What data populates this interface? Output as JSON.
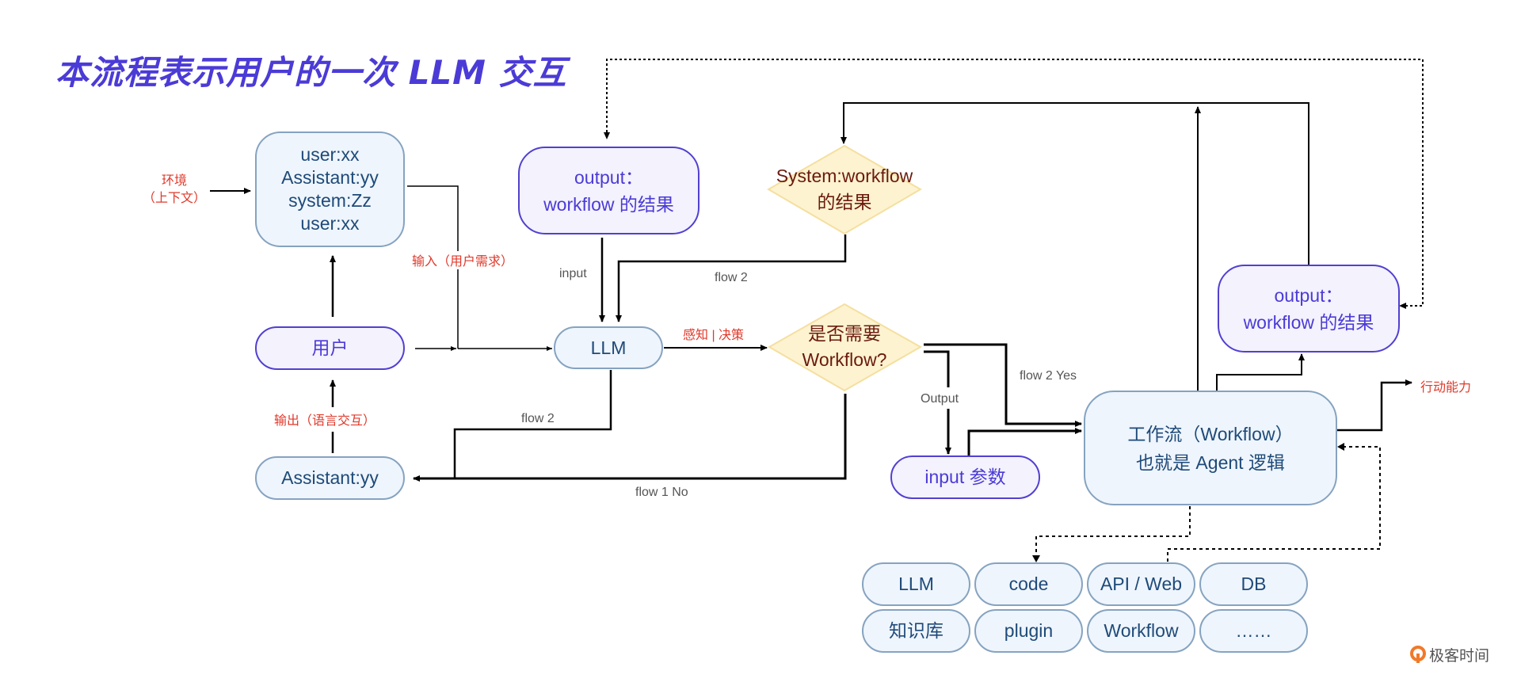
{
  "title": "本流程表示用户的一次 LLM 交互",
  "nodes": {
    "context": {
      "lines": [
        "user:xx",
        "Assistant:yy",
        "system:Zz",
        "user:xx"
      ]
    },
    "user": {
      "label": "用户"
    },
    "assistant": {
      "label": "Assistant:yy"
    },
    "llm": {
      "label": "LLM"
    },
    "output_left": {
      "lines": [
        "output：",
        "workflow 的结果"
      ]
    },
    "system_result": {
      "lines": [
        "System:workflow",
        "的结果"
      ]
    },
    "decision": {
      "lines": [
        "是否需要",
        "Workflow?"
      ]
    },
    "input_params": {
      "label": "input 参数"
    },
    "workflow": {
      "lines": [
        "工作流（Workflow）",
        "也就是 Agent 逻辑"
      ]
    },
    "output_right": {
      "lines": [
        "output：",
        "workflow 的结果"
      ]
    }
  },
  "labels": {
    "environment": [
      "环境",
      "（上下文）"
    ],
    "input_user_need": "输入（用户需求）",
    "output_language": "输出（语言交互）",
    "perceive_decide": "感知 | 决策",
    "input": "input",
    "flow2_top": "flow 2",
    "flow2_bottom": "flow 2",
    "flow1_no": "flow 1 No",
    "flow2_yes": "flow 2 Yes",
    "output": "Output",
    "action_capability": "行动能力"
  },
  "tools": [
    [
      "LLM",
      "code",
      "API / Web",
      "DB"
    ],
    [
      "知识库",
      "plugin",
      "Workflow",
      "……"
    ]
  ],
  "logo": {
    "text": "极客时间",
    "icon": "geektime-q-logo-icon"
  },
  "colors": {
    "title": "#4b3bd6",
    "blue_fill": "#eef5fd",
    "blue_border": "#86a3c0",
    "purple_fill": "#f3f2fd",
    "purple_border": "#5140d0",
    "diamond_fill": "#fdf3d0",
    "diamond_border": "#f5dfa0",
    "annotation_red": "#e0392b",
    "logo_orange": "#f07a2a"
  }
}
